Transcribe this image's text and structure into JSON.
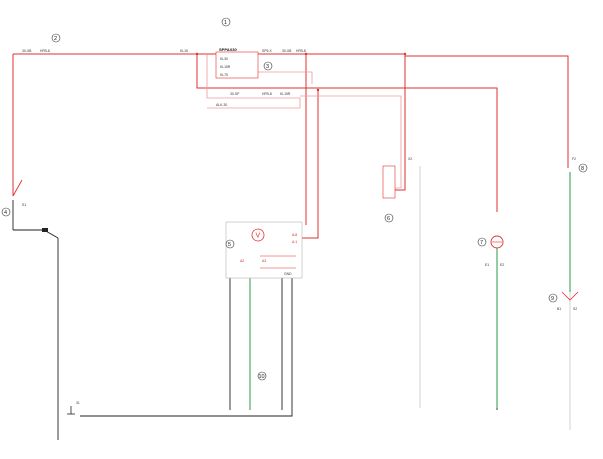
{
  "colors": {
    "red": "#e03030",
    "pink": "#f09a9a",
    "green": "#2a9a4a",
    "black": "#222222",
    "gray": "#bdbdbd"
  },
  "top_labels": {
    "left_a": "30-XB",
    "left_b": "HFB-8",
    "mid_a": "KL15",
    "mid_b": "SP5-X",
    "right_a": "30-XB",
    "right_b": "HFB-8",
    "switch_title": "SPPAX30",
    "switch_sub1": "KL30",
    "switch_sub2": "KL15R",
    "switch_sub3": "KL75"
  },
  "bus_labels": {
    "bus2_a": "30-SP",
    "bus2_b": "HFB-8",
    "bus2_c": "KL15R",
    "bus3": "ALK-30"
  },
  "ground_label": "31",
  "component_labels": {
    "module_v": "V",
    "module_pins_a": "A:8",
    "module_pins_b": "A:1",
    "module_left": "A2",
    "module_right": "A3",
    "module_bottom": "GND",
    "lamp_left": "E1",
    "lamp_right": "E2",
    "sensor_left": "B1",
    "sensor_right": "S2",
    "connector": "X2",
    "right_top": "F2",
    "switch_left": "S1"
  },
  "callouts": {
    "c1": "1",
    "c2": "2",
    "c3": "3",
    "c4": "4",
    "c5": "5",
    "c6": "6",
    "c7": "7",
    "c8": "8",
    "c9": "9",
    "c10": "10"
  }
}
